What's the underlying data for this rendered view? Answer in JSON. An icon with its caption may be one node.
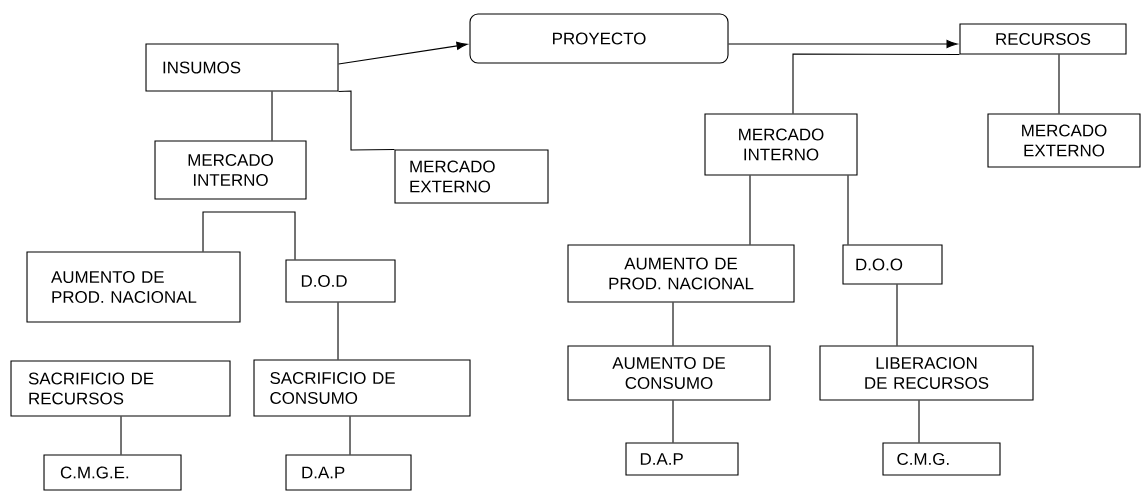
{
  "diagram": {
    "nodes": [
      {
        "text": [
          "INSUMOS"
        ]
      },
      {
        "text": [
          "PROYECTO"
        ]
      },
      {
        "text": [
          "RECURSOS"
        ]
      },
      {
        "text": [
          "MERCADO INTERNO"
        ]
      },
      {
        "text": [
          "MERCADO EXTERNO"
        ]
      },
      {
        "text": [
          "MERCADO INTERNO"
        ]
      },
      {
        "text": [
          "MERCADO EXTERNO"
        ]
      },
      {
        "text": [
          "AUMENTO DE PROD. NACIONAL"
        ]
      },
      {
        "text": [
          "D.O.D"
        ]
      },
      {
        "text": [
          "AUMENTO DE PROD. NACIONAL"
        ]
      },
      {
        "text": [
          "D.O.O"
        ]
      },
      {
        "text": [
          "SACRIFICIO DE RECURSOS"
        ]
      },
      {
        "text": [
          "SACRIFICIO DE CONSUMO"
        ]
      },
      {
        "text": [
          "AUMENTO DE CONSUMO"
        ]
      },
      {
        "text": [
          "LIBERACION DE RECURSOS"
        ]
      },
      {
        "text": [
          "C.M.G.E."
        ]
      },
      {
        "text": [
          "D.A.P"
        ]
      },
      {
        "text": [
          "D.A.P"
        ]
      },
      {
        "text": [
          "C.M.G."
        ]
      }
    ],
    "edges": [
      {
        "from": 0,
        "to": 1,
        "arrow": "to"
      },
      {
        "from": 1,
        "to": 2,
        "arrow": "to"
      },
      {
        "from": 0,
        "to": 3,
        "arrow": "none"
      },
      {
        "from": 0,
        "to": 4,
        "arrow": "none"
      },
      {
        "from": 2,
        "to": 5,
        "arrow": "none"
      },
      {
        "from": 2,
        "to": 6,
        "arrow": "none"
      },
      {
        "from": 7,
        "to": 8,
        "arrow": "none"
      },
      {
        "from": 8,
        "to": 12,
        "arrow": "none"
      },
      {
        "from": 12,
        "to": 16,
        "arrow": "none"
      },
      {
        "from": 11,
        "to": 15,
        "arrow": "none"
      },
      {
        "from": 5,
        "to": 9,
        "arrow": "none"
      },
      {
        "from": 5,
        "to": 10,
        "arrow": "none"
      },
      {
        "from": 9,
        "to": 13,
        "arrow": "none"
      },
      {
        "from": 10,
        "to": 14,
        "arrow": "none"
      },
      {
        "from": 13,
        "to": 17,
        "arrow": "none"
      },
      {
        "from": 14,
        "to": 18,
        "arrow": "none"
      }
    ]
  }
}
